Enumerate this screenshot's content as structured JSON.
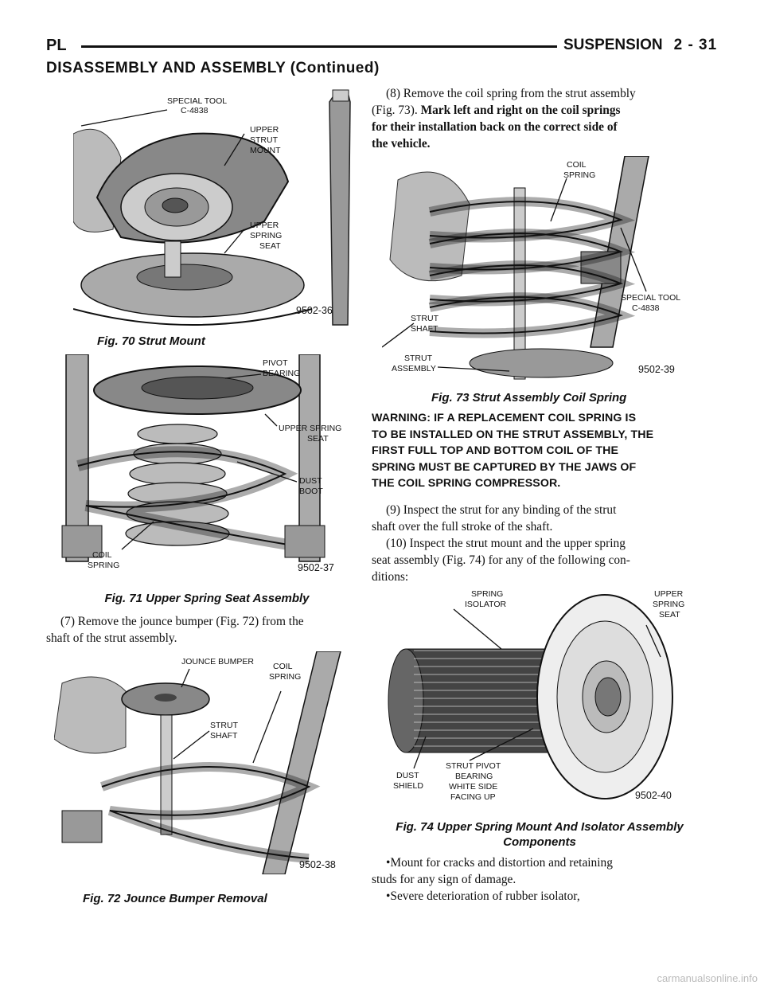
{
  "header": {
    "left": "PL",
    "section": "SUSPENSION",
    "page": "2 - 31"
  },
  "section_title": "DISASSEMBLY AND ASSEMBLY (Continued)",
  "figures": {
    "fig70": {
      "caption": "Fig. 70 Strut Mount",
      "code": "9502-36",
      "labels": [
        "SPECIAL TOOL",
        "C-4838",
        "UPPER",
        "STRUT",
        "MOUNT",
        "UPPER",
        "SPRING",
        "SEAT"
      ]
    },
    "fig71": {
      "caption": "Fig. 71 Upper Spring Seat Assembly",
      "code": "9502-37",
      "labels": [
        "PIVOT",
        "BEARING",
        "UPPER SPRING",
        "SEAT",
        "DUST",
        "BOOT",
        "COIL",
        "SPRING"
      ]
    },
    "fig72": {
      "caption": "Fig. 72 Jounce Bumper Removal",
      "code": "9502-38",
      "labels": [
        "JOUNCE BUMPER",
        "COIL",
        "SPRING",
        "STRUT",
        "SHAFT"
      ]
    },
    "fig73": {
      "caption": "Fig. 73 Strut Assembly Coil Spring",
      "code": "9502-39",
      "labels": [
        "COIL",
        "SPRING",
        "SPECIAL TOOL",
        "C-4838",
        "STRUT",
        "SHAFT",
        "STRUT",
        "ASSEMBLY"
      ]
    },
    "fig74": {
      "caption_line1": "Fig. 74 Upper Spring Mount And Isolator Assembly",
      "caption_line2": "Components",
      "code": "9502-40",
      "labels": [
        "SPRING",
        "ISOLATOR",
        "UPPER",
        "SPRING",
        "SEAT",
        "DUST",
        "SHIELD",
        "STRUT PIVOT",
        "BEARING",
        "WHITE SIDE",
        "FACING UP"
      ]
    }
  },
  "text": {
    "step7_line1": "(7) Remove the jounce bumper (Fig. 72) from the",
    "step7_line2": "shaft of the strut assembly.",
    "step8_line1": "(8) Remove the coil spring from the strut assembly",
    "step8_line2a": "(Fig. 73). ",
    "step8_line2b": "Mark left and right on the coil springs",
    "step8_line3": "for their installation back on the correct side of",
    "step8_line4": "the vehicle.",
    "warning_lines": [
      "WARNING:  IF A REPLACEMENT COIL SPRING IS",
      "TO BE INSTALLED ON THE STRUT ASSEMBLY, THE",
      "FIRST FULL TOP AND BOTTOM COIL OF THE",
      "SPRING MUST BE CAPTURED BY THE JAWS OF",
      "THE COIL SPRING COMPRESSOR."
    ],
    "step9_line1": "(9) Inspect the strut for any binding of the strut",
    "step9_line2": "shaft over the full stroke of the shaft.",
    "step10_line1": "(10) Inspect the strut mount and the upper spring",
    "step10_line2": "seat assembly (Fig. 74) for any of the following con-",
    "step10_line3": "ditions:",
    "bullet1_line1": "Mount for cracks and distortion and retaining",
    "bullet1_line2": "studs for any sign of damage.",
    "bullet2_line1": "Severe deterioration of rubber isolator,",
    "bullet_symbol": "•"
  },
  "footer": "carmanualsonline.info"
}
